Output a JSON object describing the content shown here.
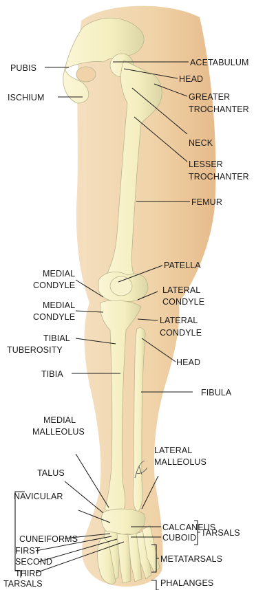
{
  "labels": {
    "pubis": "PUBIS",
    "ischium": "ISCHIUM",
    "acetabulum": "ACETABULUM",
    "head_femur": "HEAD",
    "greater_trochanter_1": "GREATER",
    "greater_trochanter_2": "TROCHANTER",
    "neck": "NECK",
    "lesser_trochanter_1": "LESSER",
    "lesser_trochanter_2": "TROCHANTER",
    "femur": "FEMUR",
    "patella": "PATELLA",
    "medial_condyle_femur_1": "MEDIAL",
    "medial_condyle_femur_2": "CONDYLE",
    "lateral_condyle_femur_1": "LATERAL",
    "lateral_condyle_femur_2": "CONDYLE",
    "medial_condyle_tibia_1": "MEDIAL",
    "medial_condyle_tibia_2": "CONDYLE",
    "lateral_condyle_tibia_1": "LATERAL",
    "lateral_condyle_tibia_2": "CONDYLE",
    "tibial_tuberosity_1": "TIBIAL",
    "tibial_tuberosity_2": "TUBEROSITY",
    "head_fibula": "HEAD",
    "tibia": "TIBIA",
    "fibula": "FIBULA",
    "medial_malleolus_1": "MEDIAL",
    "medial_malleolus_2": "MALLEOLUS",
    "lateral_malleolus_1": "LATERAL",
    "lateral_malleolus_2": "MALLEOLUS",
    "talus": "TALUS",
    "navicular": "NAVICULAR",
    "calcaneus": "CALCANEUS",
    "cuboid": "CUBOID",
    "tarsals_right": "TARSALS",
    "cuneiforms": "CUNEIFORMS",
    "first": "FIRST",
    "second": "SECOND",
    "third": "THIRD",
    "metatarsals": "METATARSALS",
    "phalanges": "PHALANGES",
    "tarsals_bottom": "TARSALS"
  },
  "colors": {
    "skin": "#f2d9b4",
    "skin_shadow": "#e8c397",
    "bone": "#f6f0c6",
    "bone_shadow": "#d9d4a8",
    "bone_outline": "#b9b58c",
    "line": "#1a1a1a"
  }
}
